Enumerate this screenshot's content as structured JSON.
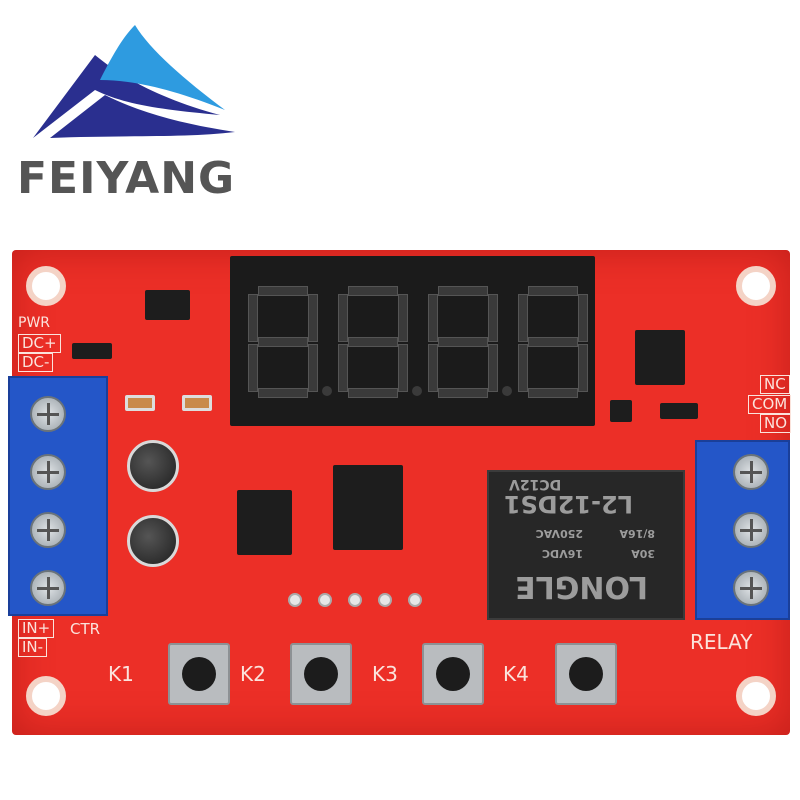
{
  "logo": {
    "brand": "FEIYANG",
    "colors": {
      "primary": "#2a2f8f",
      "accent": "#2e9be0",
      "text": "#555555"
    }
  },
  "board": {
    "color": "#ec2f27",
    "labels": {
      "pwr": "PWR",
      "dc_plus": "DC+",
      "dc_minus": "DC-",
      "in_plus": "IN+",
      "in_minus": "IN-",
      "ctr": "CTR",
      "nc": "NC",
      "com": "COM",
      "no": "NO",
      "relay": "RELAY"
    },
    "buttons": [
      {
        "label": "K1"
      },
      {
        "label": "K2"
      },
      {
        "label": "K3"
      },
      {
        "label": "K4"
      }
    ],
    "display": {
      "digits": [
        "8",
        "8",
        "8",
        "8"
      ]
    },
    "relay": {
      "line1": "DC12V",
      "line2": "L2-12DS1",
      "line3a": "8/16A",
      "line3b": "250VAC",
      "line4a": "30A",
      "line4b": "16VDC",
      "brand": "LONGLE"
    }
  }
}
